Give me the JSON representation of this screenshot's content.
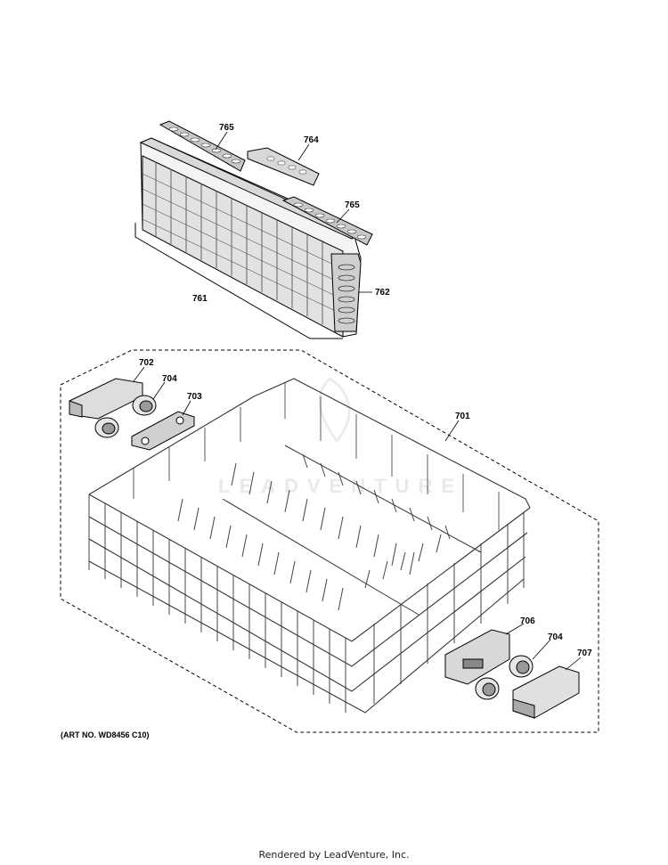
{
  "parts": {
    "p765a": "765",
    "p764": "764",
    "p765b": "765",
    "p761": "761",
    "p762": "762",
    "p702": "702",
    "p704a": "704",
    "p703": "703",
    "p701": "701",
    "p706": "706",
    "p704b": "704",
    "p707": "707"
  },
  "art_number": "(ART NO. WD8456 C10)",
  "watermark": "LEADVENTURE",
  "footer": "Rendered by LeadVenture, Inc."
}
